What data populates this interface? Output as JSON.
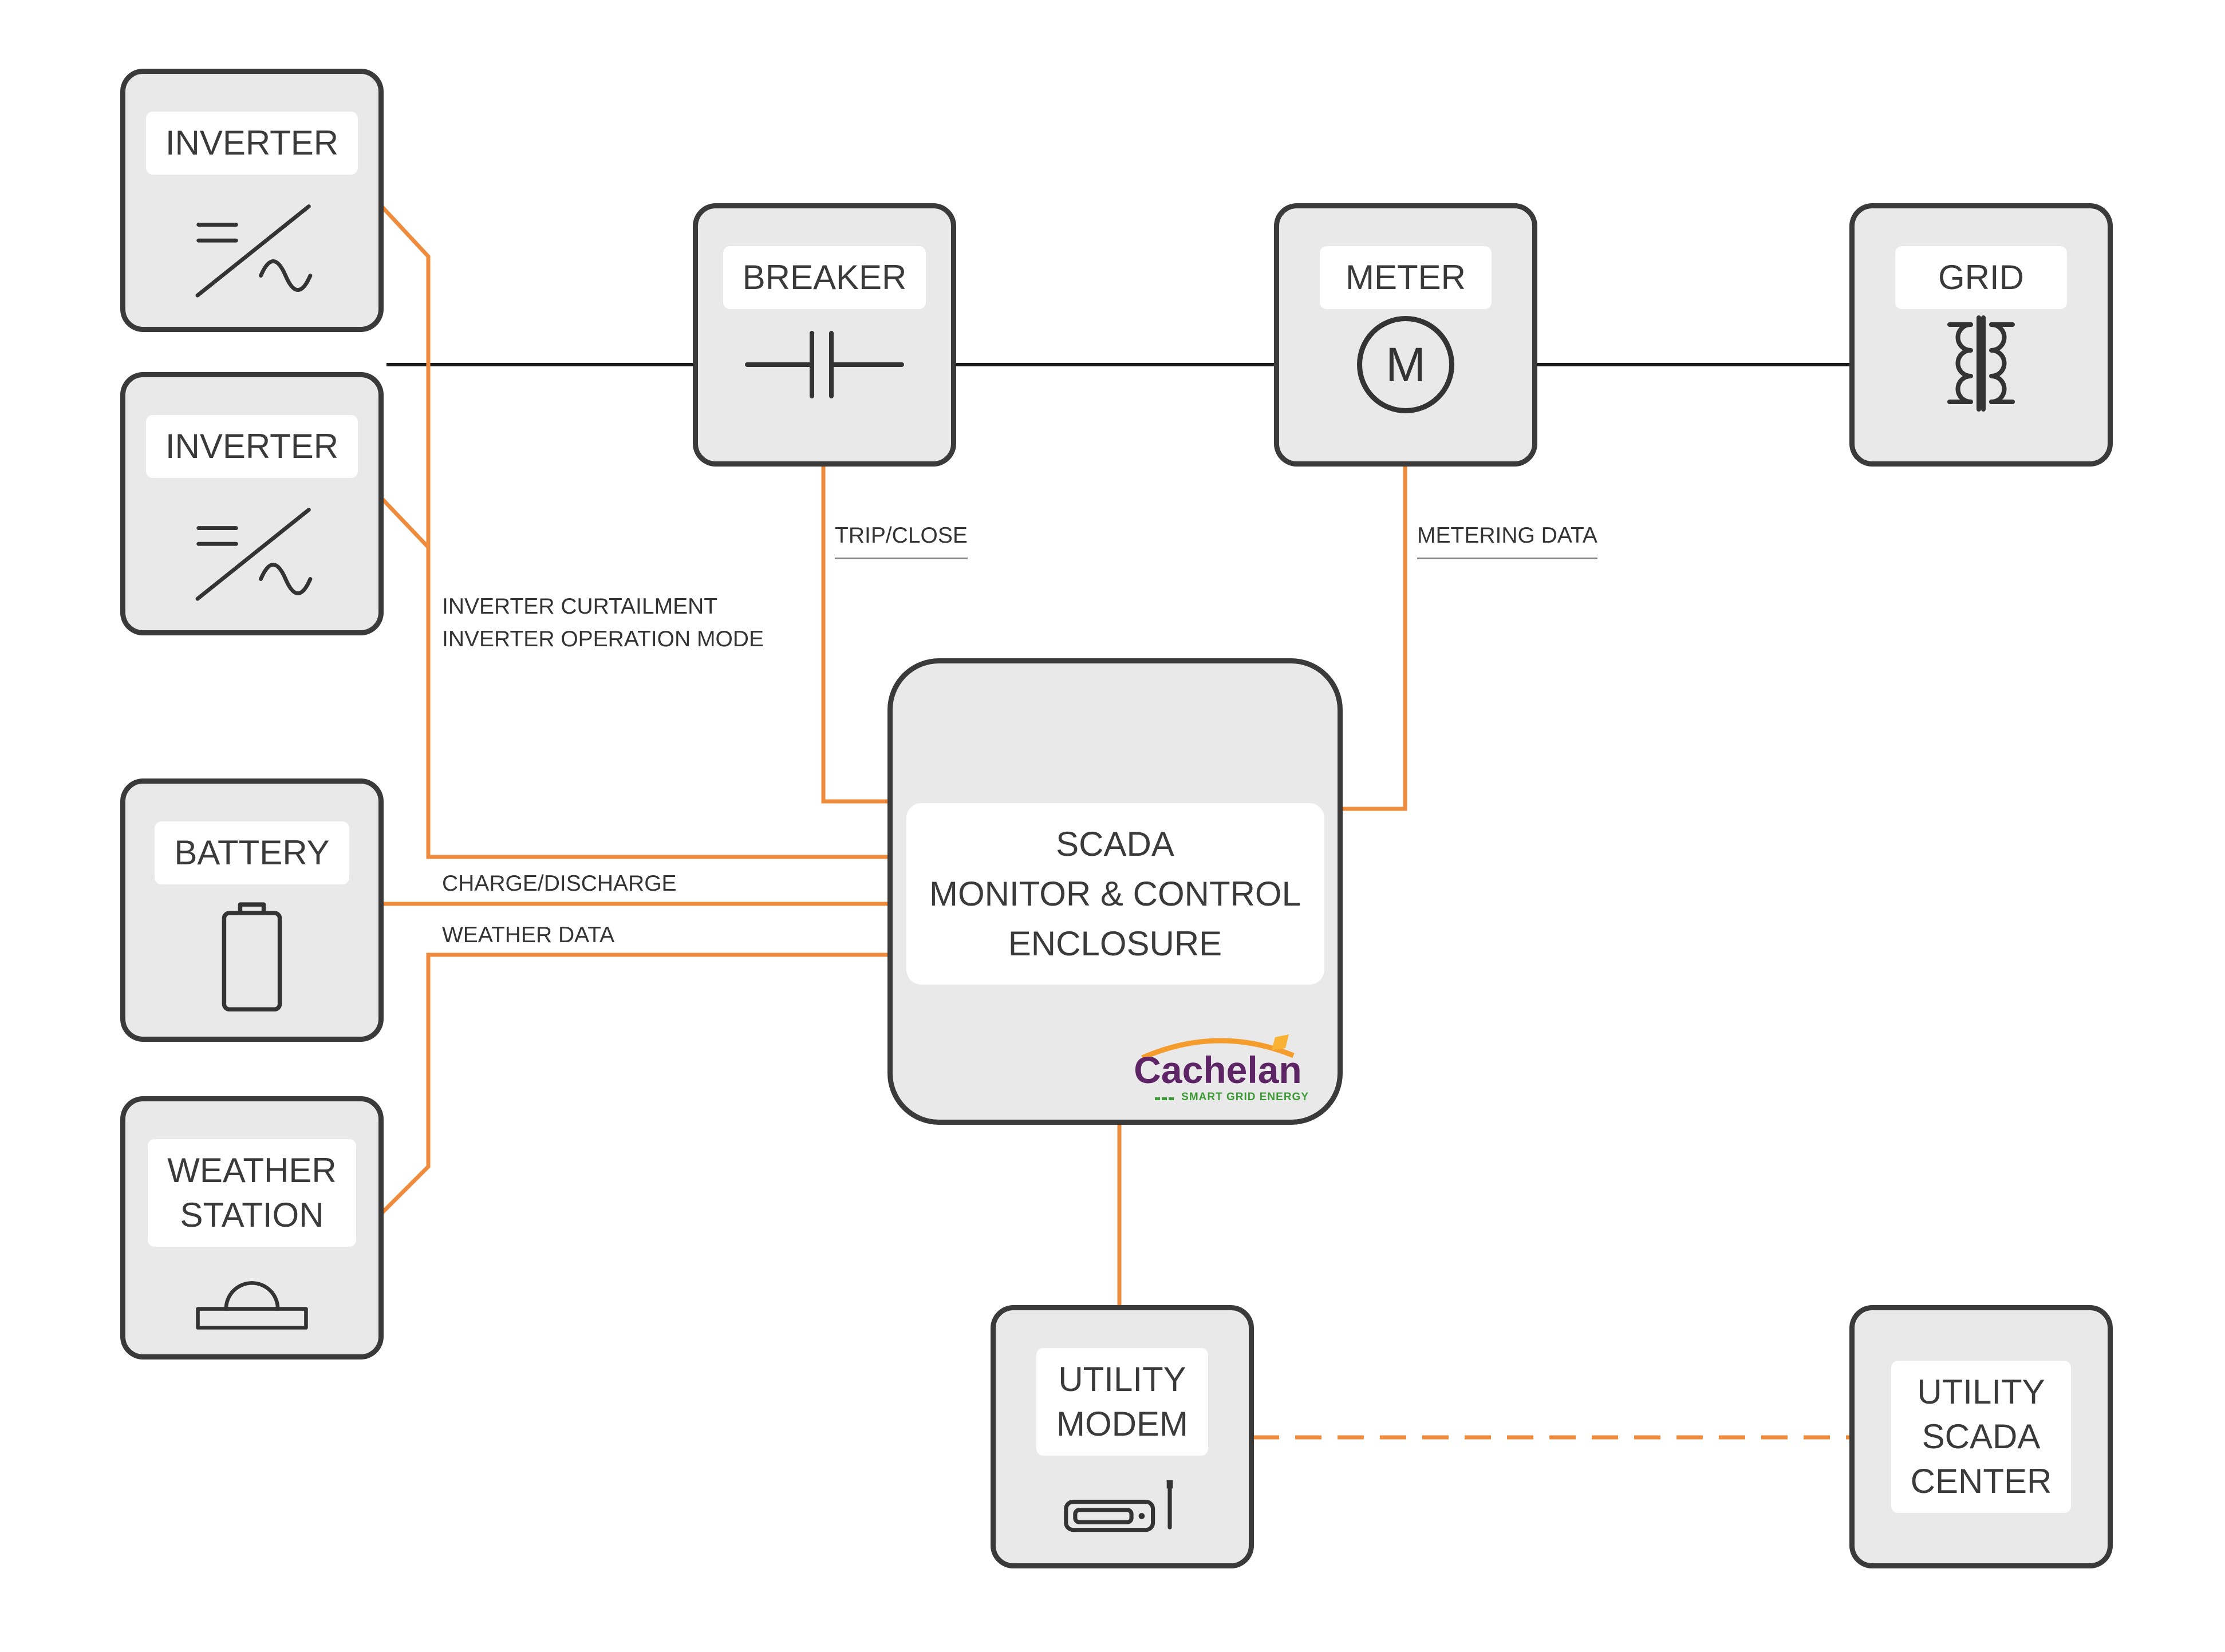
{
  "nodes": {
    "inverter_top": {
      "label": "INVERTER"
    },
    "inverter_bottom": {
      "label": "INVERTER"
    },
    "breaker": {
      "label": "BREAKER"
    },
    "meter": {
      "label": "METER",
      "letter": "M"
    },
    "grid": {
      "label": "GRID"
    },
    "battery": {
      "label": "BATTERY"
    },
    "weather_station": {
      "label": "WEATHER\nSTATION"
    },
    "scada": {
      "label": "SCADA\nMONITOR & CONTROL\nENCLOSURE"
    },
    "utility_modem": {
      "label": "UTILITY\nMODEM"
    },
    "utility_scada_center": {
      "label": "UTILITY\nSCADA\nCENTER"
    }
  },
  "edge_labels": {
    "trip_close": "TRIP/CLOSE",
    "metering_data": "METERING DATA",
    "inverter_control": "INVERTER CURTAILMENT\nINVERTER OPERATION MODE",
    "charge_discharge": "CHARGE/DISCHARGE",
    "weather_data": "WEATHER DATA"
  },
  "logo": {
    "name": "Cachelan",
    "tagline": "SMART GRID ENERGY"
  },
  "colors": {
    "signal_orange": "#EF8B3C",
    "power_line_black": "#1A1A1A",
    "box_fill": "#E9E9E9",
    "box_border": "#3A3A3A",
    "logo_purple": "#5E2566",
    "logo_green": "#3C9A35",
    "logo_swoosh_orange": "#F49C2C"
  }
}
